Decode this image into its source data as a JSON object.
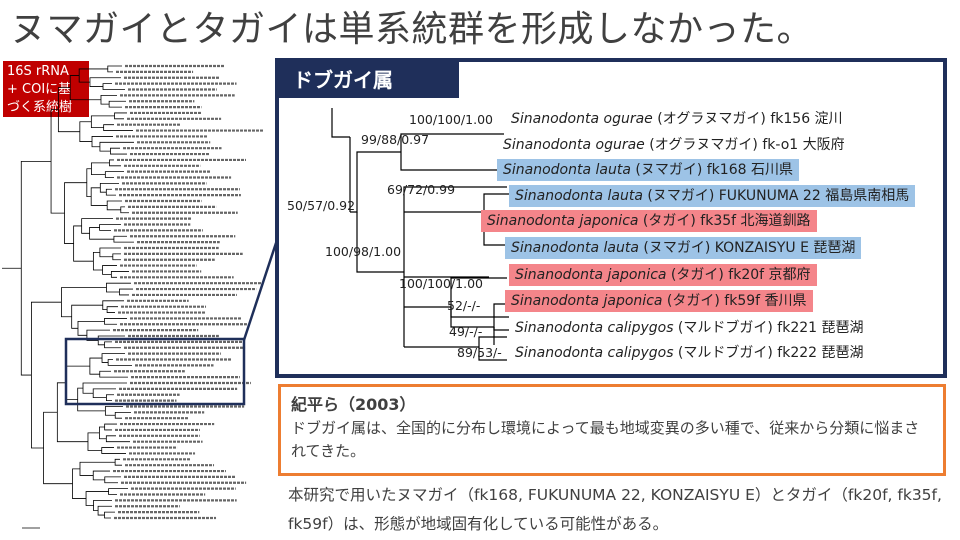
{
  "title": "ヌマガイとタガイは単系統群を形成しなかった。",
  "tag": {
    "lines": [
      "16S rRNA",
      "+ COIに基",
      "づく系統樹"
    ]
  },
  "panel": {
    "heading": "ドブガイ属",
    "taxa": [
      {
        "species": "Sinanodonta ogurae",
        "rest": " (オグラヌマガイ) fk156 淀川",
        "hl": ""
      },
      {
        "species": "Sinanodonta ogurae",
        "rest": " (オグラヌマガイ) fk-o1 大阪府",
        "hl": ""
      },
      {
        "species": "Sinanodonta lauta",
        "rest": " (ヌマガイ) fk168 石川県",
        "hl": "blue"
      },
      {
        "species": "Sinanodonta lauta",
        "rest": " (ヌマガイ) FUKUNUMA 22 福島県南相馬",
        "hl": "blue"
      },
      {
        "species": "Sinanodonta japonica",
        "rest": " (タガイ) fk35f 北海道釧路",
        "hl": "red"
      },
      {
        "species": "Sinanodonta lauta",
        "rest": " (ヌマガイ) KONZAISYU E 琵琶湖",
        "hl": "blue"
      },
      {
        "species": "Sinanodonta japonica",
        "rest": " (タガイ) fk20f 京都府",
        "hl": "red"
      },
      {
        "species": "Sinanodonta japonica",
        "rest": " (タガイ) fk59f 香川県",
        "hl": "red"
      },
      {
        "species": "Sinanodonta calipygos",
        "rest": " (マルドブガイ) fk221 琵琶湖",
        "hl": ""
      },
      {
        "species": "Sinanodonta calipygos",
        "rest": " (マルドブガイ) fk222 琵琶湖",
        "hl": ""
      }
    ],
    "supports": [
      "100/100/1.00",
      "99/88/0.97",
      "50/57/0.92",
      "69/72/0.99",
      "100/98/1.00",
      "100/100/1.00",
      "52/-/-",
      "49/-/-",
      "89/53/-"
    ]
  },
  "note": {
    "title": "紀平ら（2003）",
    "body": "ドブガイ属は、全国的に分布し環境によって最も地域変異の多い種で、従来から分類に悩まされてきた。"
  },
  "paragraph": "本研究で用いたヌマガイ（fk168, FUKUNUMA 22, KONZAISYU E）とタガイ（fk20f, fk35f, fk59f）は、形態が地域固有化している可能性がある。",
  "colors": {
    "navy": "#1f2f5a",
    "blue_highlight": "#9dc3e6",
    "red_highlight": "#f4858a",
    "orange": "#ed7d31",
    "tag_red": "#c00000"
  }
}
